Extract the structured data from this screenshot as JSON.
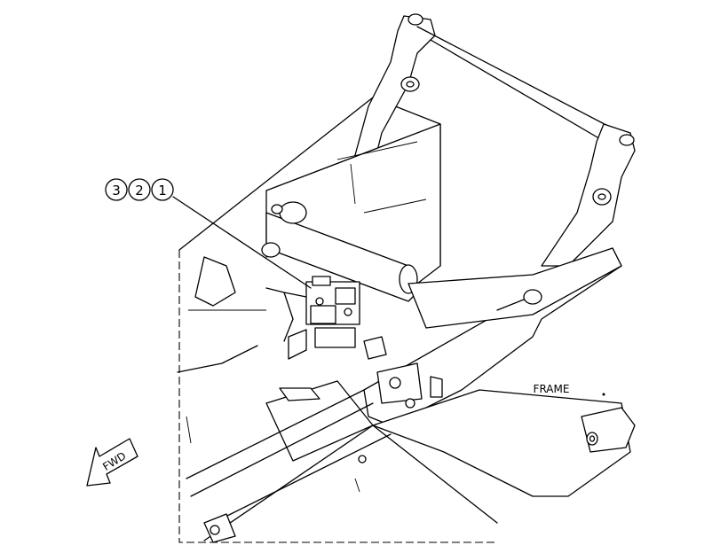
{
  "callouts": [
    {
      "number": "3"
    },
    {
      "number": "2"
    },
    {
      "number": "1"
    }
  ],
  "labels": {
    "frame": "FRAME",
    "forward": "FWD"
  }
}
